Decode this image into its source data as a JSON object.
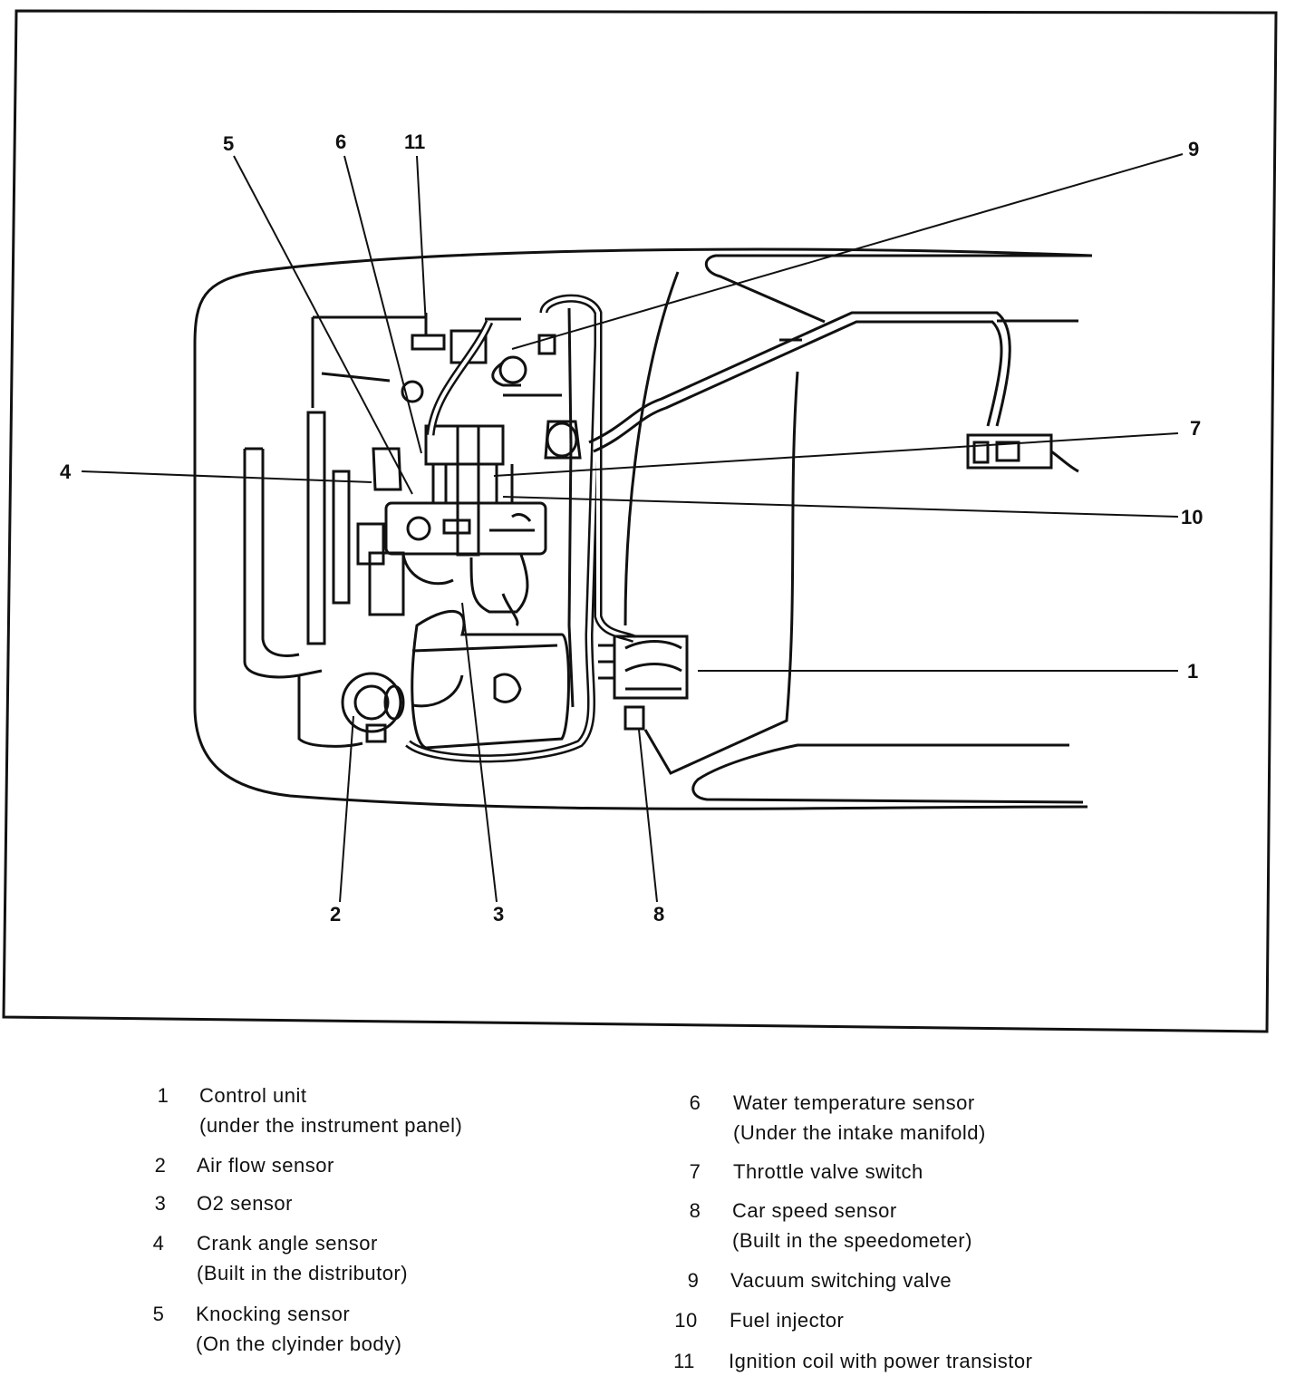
{
  "callouts": {
    "c1": "1",
    "c2": "2",
    "c3": "3",
    "c4": "4",
    "c5": "5",
    "c6": "6",
    "c7": "7",
    "c8": "8",
    "c9": "9",
    "c10": "10",
    "c11": "11"
  },
  "legend": [
    {
      "num": "1",
      "line1": "Control unit",
      "line2": "(under the instrument panel)"
    },
    {
      "num": "2",
      "line1": "Air flow sensor",
      "line2": ""
    },
    {
      "num": "3",
      "line1": "O2 sensor",
      "line2": ""
    },
    {
      "num": "4",
      "line1": "Crank angle sensor",
      "line2": "(Built in the distributor)"
    },
    {
      "num": "5",
      "line1": "Knocking sensor",
      "line2": "(On the clyinder body)"
    },
    {
      "num": "6",
      "line1": "Water temperature sensor",
      "line2": "(Under the intake manifold)"
    },
    {
      "num": "7",
      "line1": "Throttle valve switch",
      "line2": ""
    },
    {
      "num": "8",
      "line1": "Car speed sensor",
      "line2": "(Built in the speedometer)"
    },
    {
      "num": "9",
      "line1": "Vacuum switching valve",
      "line2": ""
    },
    {
      "num": "10",
      "line1": "Fuel injector",
      "line2": ""
    },
    {
      "num": "11",
      "line1": "Ignition coil with power transistor",
      "line2": ""
    }
  ]
}
